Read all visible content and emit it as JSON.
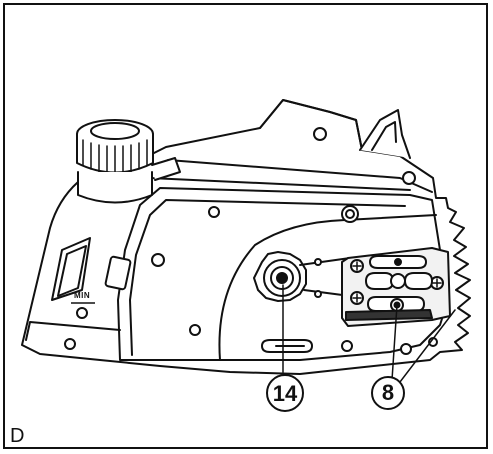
{
  "figure": {
    "panel_letter": "D",
    "min_label": "MIN",
    "callouts": [
      {
        "id": "adjustment-knob",
        "label": "14"
      },
      {
        "id": "guide-plate",
        "label": "8"
      }
    ]
  },
  "colors": {
    "line": "#111111",
    "fill": "#ffffff",
    "shade": "#d9d9d9"
  }
}
